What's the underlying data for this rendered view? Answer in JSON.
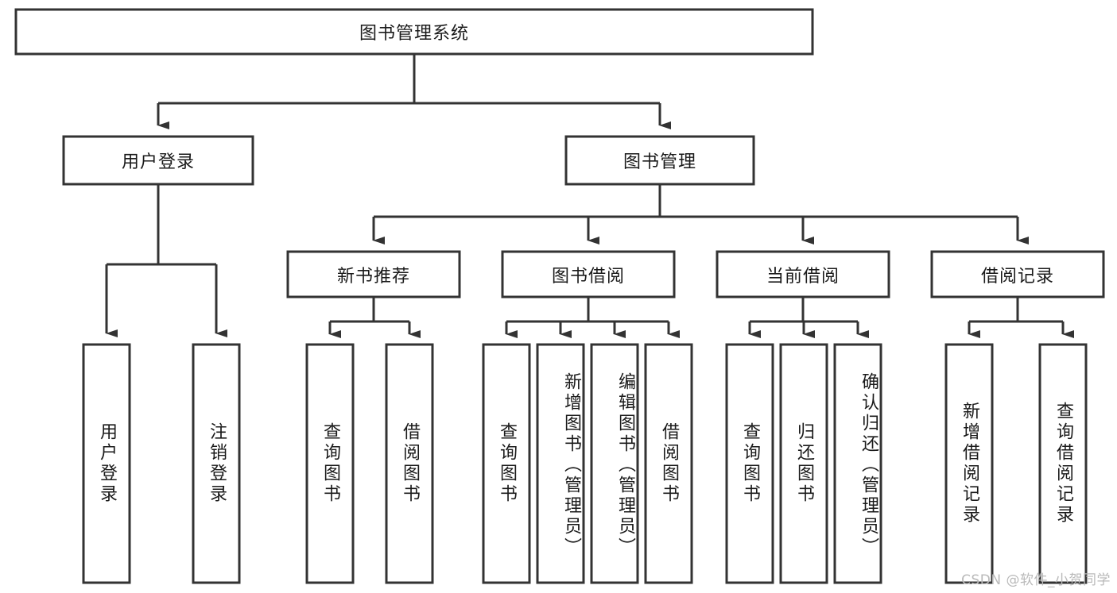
{
  "diagram": {
    "title": "图书管理系统",
    "type": "tree-hierarchy-diagram",
    "root": {
      "id": "root",
      "label": "图书管理系统"
    },
    "level2": [
      {
        "id": "user-login",
        "label": "用户登录"
      },
      {
        "id": "book-manage",
        "label": "图书管理"
      }
    ],
    "level3": [
      {
        "id": "new-book-recommend",
        "label": "新书推荐"
      },
      {
        "id": "book-borrow",
        "label": "图书借阅"
      },
      {
        "id": "current-borrow",
        "label": "当前借阅"
      },
      {
        "id": "borrow-record",
        "label": "借阅记录"
      }
    ],
    "leaves": {
      "user_login": [
        {
          "id": "leaf-user-login",
          "label": "用户登录"
        },
        {
          "id": "leaf-logout-login",
          "label": "注销登录"
        }
      ],
      "new_book_recommend": [
        {
          "id": "leaf-query-book-1",
          "label": "查询图书"
        },
        {
          "id": "leaf-borrow-book-1",
          "label": "借阅图书"
        }
      ],
      "book_borrow": [
        {
          "id": "leaf-query-book-2",
          "label": "查询图书"
        },
        {
          "id": "leaf-add-book",
          "label": "新增图书（管理员）"
        },
        {
          "id": "leaf-edit-book",
          "label": "编辑图书（管理员）"
        },
        {
          "id": "leaf-borrow-book-2",
          "label": "借阅图书"
        }
      ],
      "current_borrow": [
        {
          "id": "leaf-query-book-3",
          "label": "查询图书"
        },
        {
          "id": "leaf-return-book",
          "label": "归还图书"
        },
        {
          "id": "leaf-confirm-return",
          "label": "确认归还（管理员）"
        }
      ],
      "borrow_record": [
        {
          "id": "leaf-add-record",
          "label": "新增借阅记录"
        },
        {
          "id": "leaf-query-record",
          "label": "查询借阅记录"
        }
      ]
    }
  },
  "watermark": {
    "text": "CSDN @软件_小贺同学"
  },
  "colors": {
    "background": "#ffffff",
    "box_fill": "#ffffff",
    "box_stroke": "#333333",
    "text": "#1a1a1a",
    "watermark": "#b9b9b9"
  }
}
